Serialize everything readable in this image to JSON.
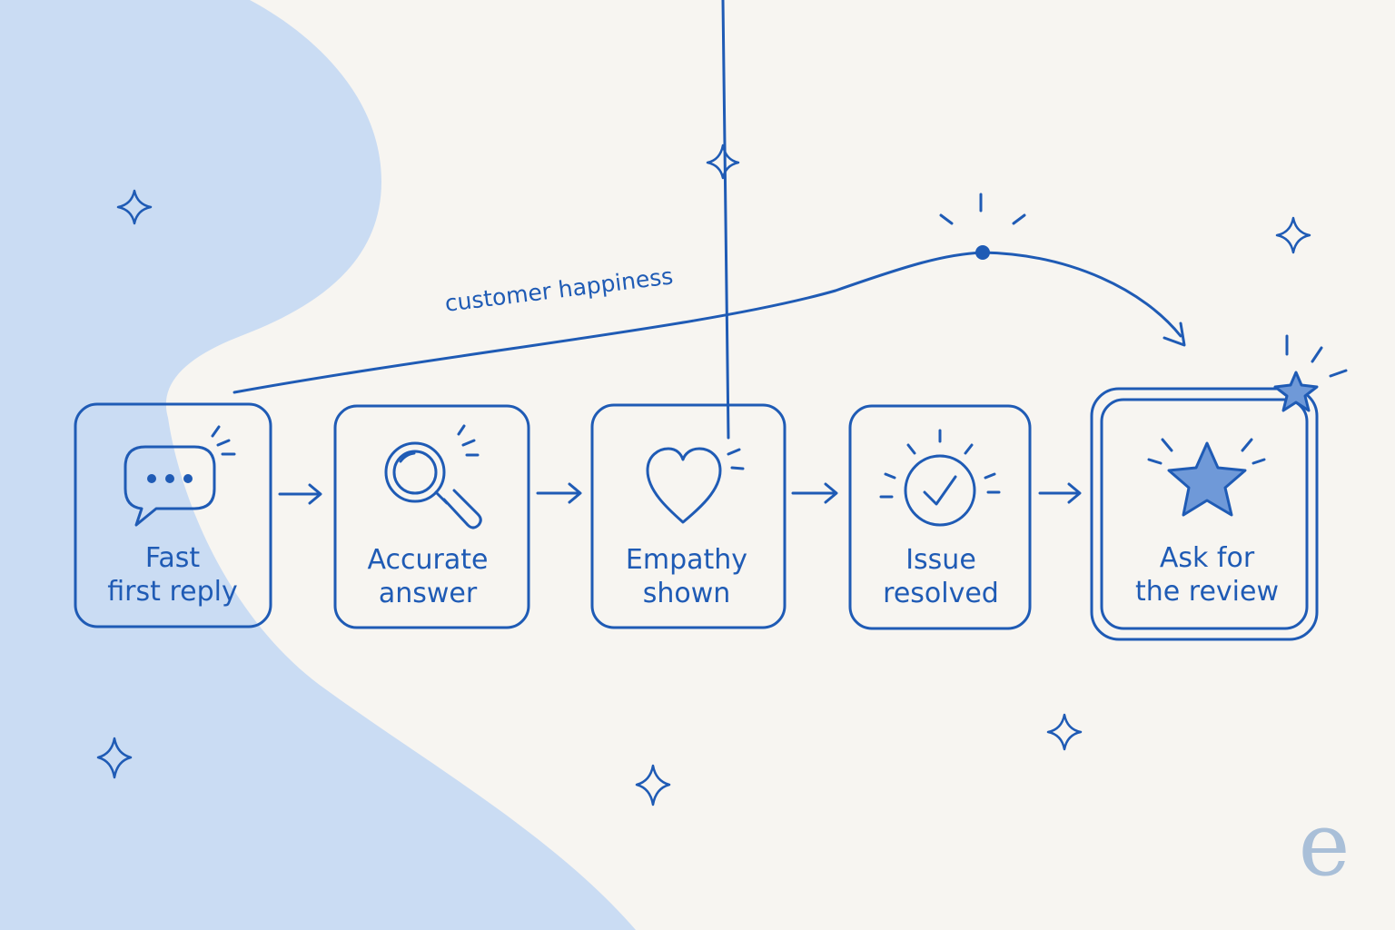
{
  "diagram": {
    "curve_label": "customer happiness",
    "steps": [
      {
        "id": "fast-first-reply",
        "lines": [
          "Fast",
          "first reply"
        ],
        "icon": "chat-bubble-icon"
      },
      {
        "id": "accurate-answer",
        "lines": [
          "Accurate",
          "answer"
        ],
        "icon": "magnifier-icon"
      },
      {
        "id": "empathy-shown",
        "lines": [
          "Empathy",
          "shown"
        ],
        "icon": "heart-icon"
      },
      {
        "id": "issue-resolved",
        "lines": [
          "Issue",
          "resolved"
        ],
        "icon": "check-circle-icon"
      },
      {
        "id": "ask-for-review",
        "lines": [
          "Ask for",
          "the review"
        ],
        "icon": "star-icon",
        "highlighted": true
      }
    ],
    "watermark": "e"
  },
  "colors": {
    "ink": "#1f5bb5",
    "background": "#f7f5f1",
    "blob": "#cadcf3",
    "star_fill": "#6f99d8",
    "watermark": "#a9bfd8"
  }
}
